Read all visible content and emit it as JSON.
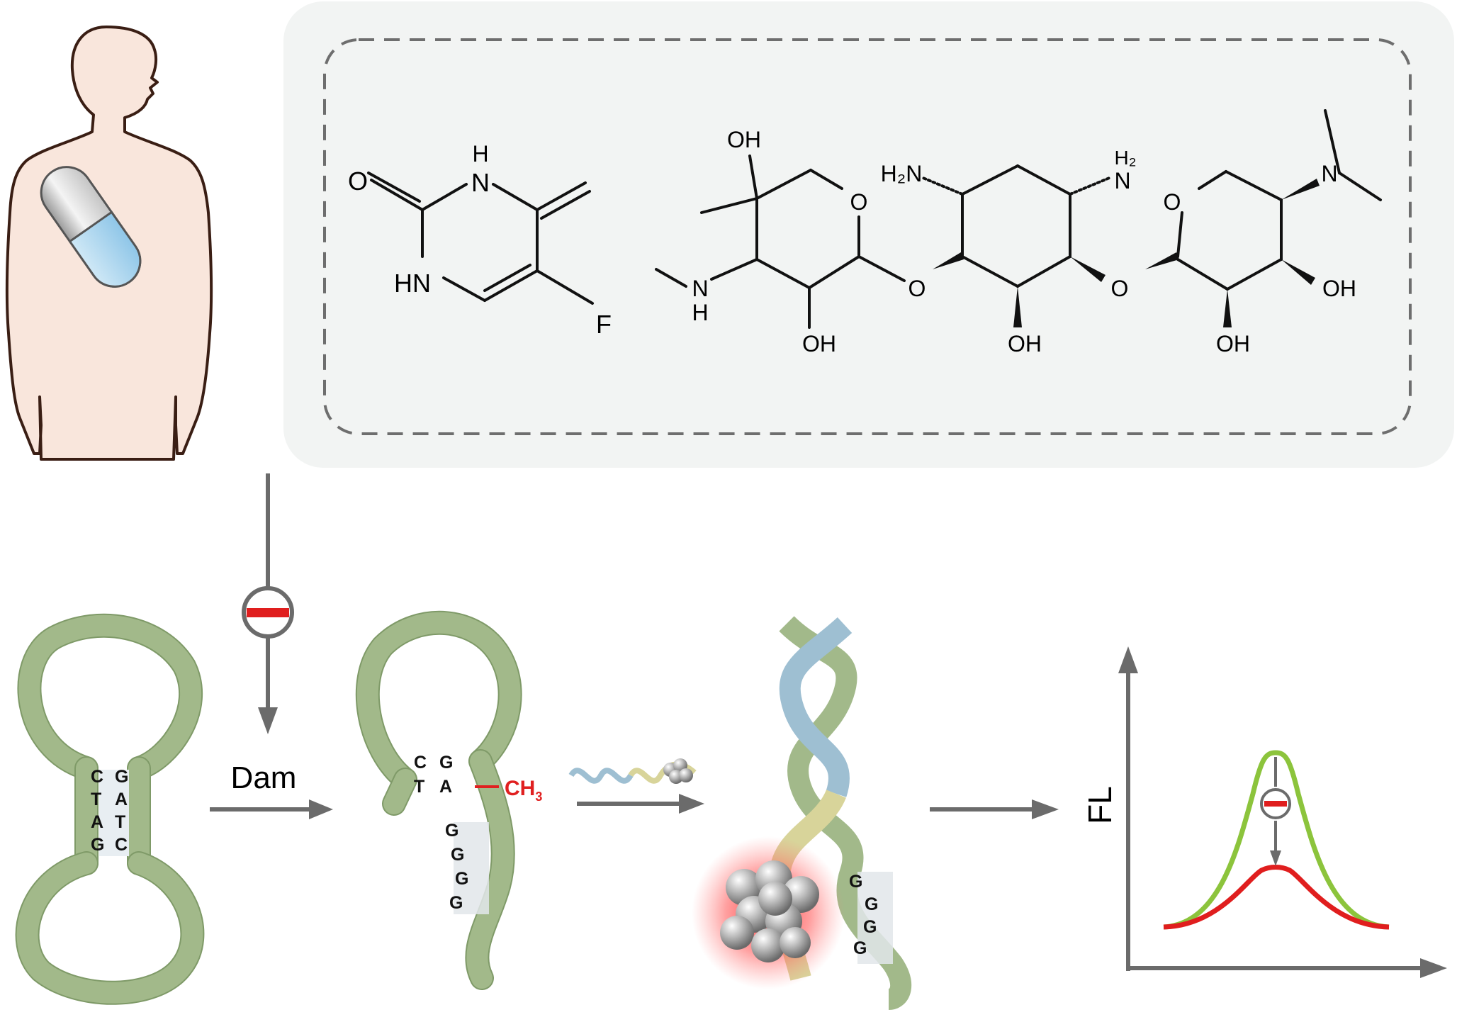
{
  "molecules": {
    "left": {
      "atom_o": "O",
      "atom_nh_top": "H",
      "atom_n_top": "N",
      "atom_hn": "HN",
      "atom_f": "F"
    },
    "right": {
      "oh_top": "OH",
      "h2n": "H₂N",
      "nh2_h": "H₂",
      "nh2_n": "N",
      "n_dimethyl": "N",
      "o_ring1": "O",
      "o_ring2": "O",
      "o_link1": "O",
      "o_link2": "O",
      "nh_n": "N",
      "nh_h": "H",
      "oh_1": "OH",
      "oh_2": "OH",
      "oh_3": "OH",
      "oh_4": "OH"
    }
  },
  "hairpin_bases": {
    "left_col": [
      "C",
      "T",
      "A",
      "G"
    ],
    "right_col": [
      "G",
      "A",
      "T",
      "C"
    ]
  },
  "methylated": {
    "pair_top": [
      "C",
      "G"
    ],
    "pair_bottom": [
      "T",
      "A"
    ],
    "methyl_label": "CH",
    "methyl_sub": "3",
    "g_stack": [
      "G",
      "G",
      "G",
      "G"
    ]
  },
  "duplex_g_stack": [
    "G",
    "G",
    "G",
    "G"
  ],
  "step_label": "Dam",
  "graph": {
    "ylabel": "FL"
  },
  "colors": {
    "ribbon": "#a2b98a",
    "blue_strand": "#9ebfd2",
    "yellow_strand": "#d8d49a",
    "methyl_red": "#e02020",
    "curve_high": "#8cc43c",
    "curve_low": "#e01e1e",
    "arrow_grey": "#6b6b6b",
    "panel": "#f2f4f3"
  }
}
